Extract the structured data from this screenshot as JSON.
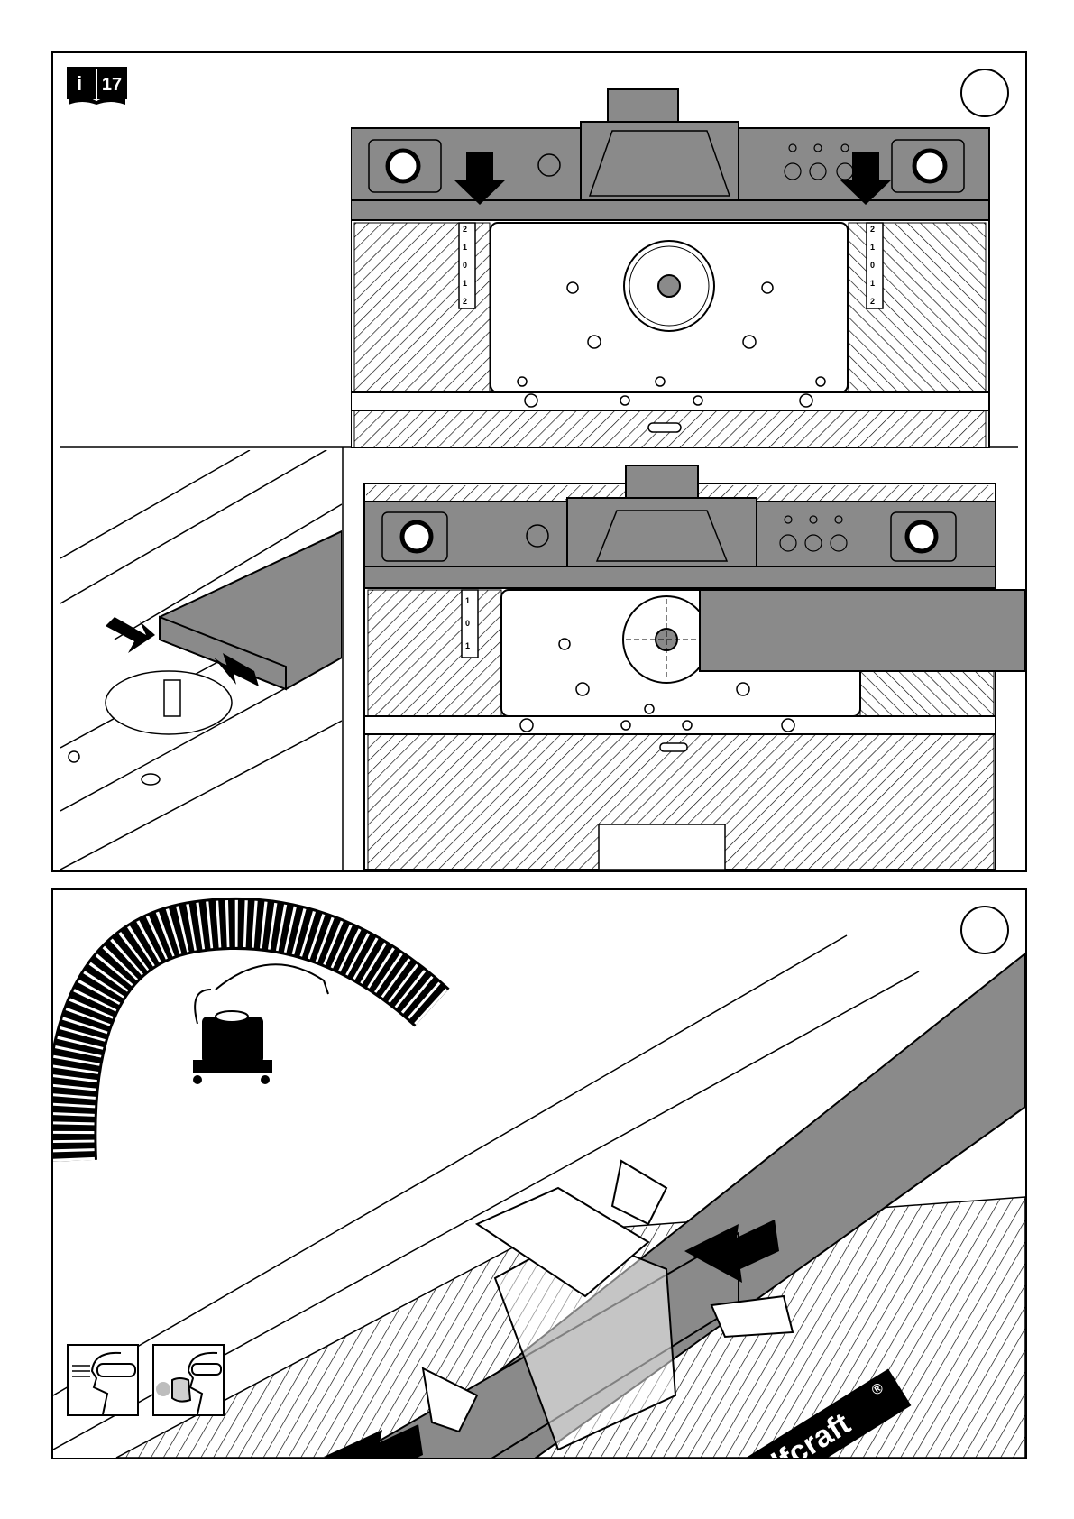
{
  "manual_page": {
    "info_badge": {
      "letter": "i",
      "number": "17"
    },
    "brand_label": "wolfcraft",
    "registered_mark": "®",
    "scale_ticks": [
      "2",
      "1",
      "0",
      "1",
      "2"
    ],
    "scale_ticks_small": [
      "1",
      "0",
      "1"
    ],
    "colors": {
      "gray_part": "#8a8a8a",
      "line": "#000000",
      "background": "#ffffff"
    }
  }
}
